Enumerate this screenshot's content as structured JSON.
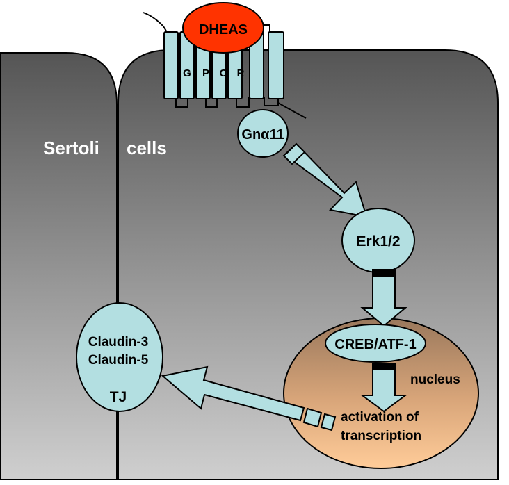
{
  "diagram": {
    "ligand": "DHEAS",
    "receptor_letters": [
      "G",
      "P",
      "C",
      "R"
    ],
    "g_protein": "Gnα11",
    "kinase": "Erk1/2",
    "transcription_factor": "CREB/ATF-1",
    "nucleus_label": "nucleus",
    "activation_line1": "activation of",
    "activation_line2": "transcription",
    "cells_label_left": "Sertoli",
    "cells_label_right": "cells",
    "tj_protein1": "Claudin-3",
    "tj_protein2": "Claudin-5",
    "tj_label": "TJ"
  },
  "colors": {
    "cell_top": "#585858",
    "cell_bottom": "#cdcdcd",
    "node_fill": "#b3dfe1",
    "ligand_fill": "#ff3300",
    "nucleus_top": "#9c7a5e",
    "nucleus_bottom": "#ffc896",
    "label_white": "#ffffff",
    "outline": "#000000"
  }
}
